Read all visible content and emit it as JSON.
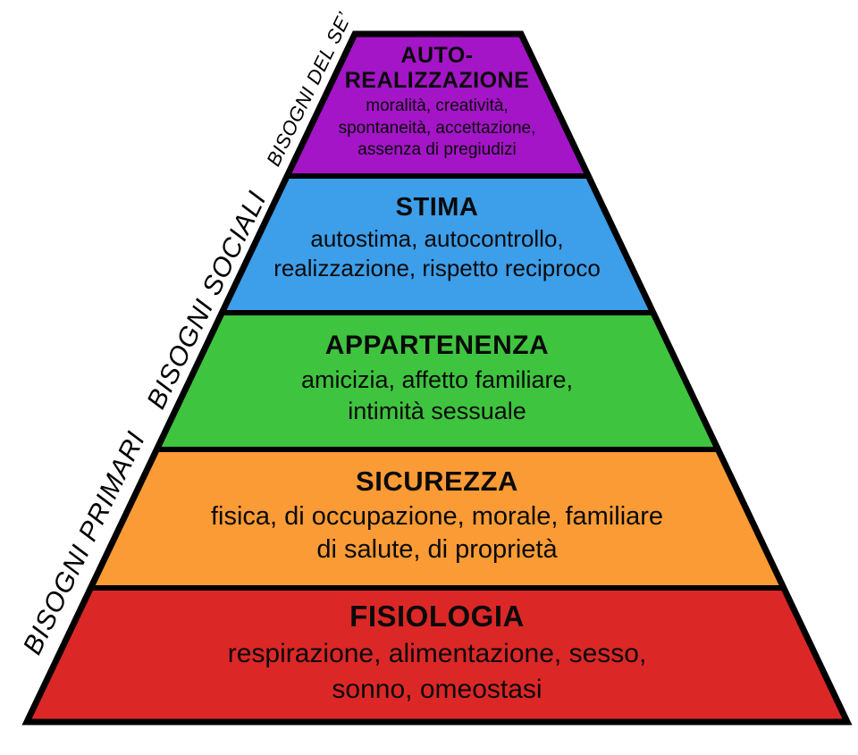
{
  "diagram": {
    "kind": "maslow-needs-pyramid",
    "background": "#ffffff",
    "outline_color": "#000000"
  },
  "side_labels": [
    {
      "label": "BISOGNI PRIMARI"
    },
    {
      "label": "BISOGNI SOCIALI"
    },
    {
      "label": "BISOGNI DEL SE’"
    }
  ],
  "levels": [
    {
      "id": "auto-realizzazione",
      "title": "AUTO-\nREALIZZAZIONE",
      "items": "moralità, creatività,\nspontaneità, accettazione,\nassenza di pregiudizi",
      "color": "#a315c6"
    },
    {
      "id": "stima",
      "title": "STIMA",
      "items": "autostima, autocontrollo,\nrealizzazione, rispetto reciproco",
      "color": "#3d9ee9"
    },
    {
      "id": "appartenenza",
      "title": "APPARTENENZA",
      "items": "amicizia, affetto familiare,\nintimità sessuale",
      "color": "#3fc43f"
    },
    {
      "id": "sicurezza",
      "title": "SICUREZZA",
      "items": "fisica, di occupazione, morale, familiare\ndi salute, di proprietà",
      "color": "#fa9b35"
    },
    {
      "id": "fisiologia",
      "title": "FISIOLOGIA",
      "items": "respirazione, alimentazione, sesso,\nsonno, omeostasi",
      "color": "#dc2727"
    }
  ]
}
